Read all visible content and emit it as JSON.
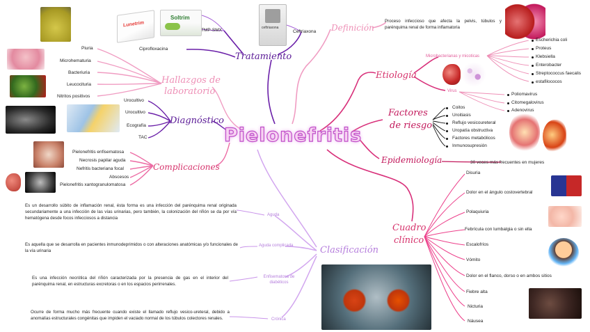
{
  "title": "Pielonefritis",
  "branches": {
    "definicion": {
      "label": "Definición",
      "text": "Proceso infeccioso que afecta la pelvis, túbulos y parénquima renal de forma inflamatoria"
    },
    "tratamiento": {
      "label": "Tratamiento",
      "items": [
        "TMP-SMX",
        "Ceftriaxona",
        "Ciprofloxacina"
      ],
      "drug_labels": {
        "lunetrim": "Lunetrim",
        "soltrim": "Soltrim",
        "ceftriaxona_box": "ceftriaxona"
      }
    },
    "hallazgos": {
      "label_line1": "Hallazgos de",
      "label_line2": "laboratorio",
      "items": [
        "Piuria",
        "Microhematuria",
        "Bacteriuria",
        "Leucocituria",
        "Nitritos positivos"
      ]
    },
    "diagnostico": {
      "label": "Diagnóstico",
      "items": [
        "Urocultivo",
        "Urocultivo",
        "Ecografía",
        "TAC"
      ]
    },
    "complicaciones": {
      "label": "Complicaciones",
      "items": [
        "Pielonefritis enfisematosa",
        "Necrosis papilar aguda",
        "Nefritis bacteriana focal",
        "Abscesos",
        "Pielonefritis xantogranulomatosa"
      ]
    },
    "etiologia": {
      "label": "Etiología",
      "bacteria_label": "Microbacterianas y micoticas",
      "bacteria": [
        "Escherichia coli",
        "Proteus",
        "Klebsiella",
        "Enterobacter",
        "Streptococcus faecalis",
        "estafilococos"
      ],
      "virus_label": "Virus",
      "virus": [
        "Poliomavirus",
        "Citomegalovirus",
        "Adenovirus"
      ]
    },
    "factores": {
      "label_line1": "Factores",
      "label_line2": "de riesgo",
      "items": [
        "Coitos",
        "Uroitiasis",
        "Reflujo vesicoureteral",
        "Uropatía obstructiva",
        "Factores metabólicos",
        "Inmunosupresión"
      ]
    },
    "epidemiologia": {
      "label": "Epidemiología",
      "text": "30 veces más frecuentes en mujeres"
    },
    "cuadro": {
      "label_line1": "Cuadro",
      "label_line2": "clínico",
      "items": [
        "Disuria",
        "Dolor en el ángulo costovertebral",
        "Polaquiuria",
        "Febrícula con lumbalgia o sin ella",
        "Escalofríos",
        "Vómito",
        "Dolor en el flanco, dorso o en ambos sitios",
        "Fiebre alta",
        "Nicturia",
        "Náusea"
      ]
    },
    "clasificacion": {
      "label": "Clasificación",
      "types": [
        {
          "name": "Aguda",
          "text": "Es un desarrollo súbito de inflamación renal, ésta forma es una infección del parénquima renal originada secundariamente a una infección de las vías urinarias, pero también, la colonización del riñón se da por vía hematógena desde focos infecciosos a distancia"
        },
        {
          "name": "Aguda complicada",
          "text": "Es aquella que se desarrolla en pacientes inmunodeprimidos o con alteraciones anatómicas y/o funcionales de la vía urinaria"
        },
        {
          "name": "Enfisematosa de diabéticos",
          "text": "Es una infección necrótica del riñón caracterizada por la presencia de gas en el interior del parénquima renal, en estructuras excretoras o en los espacios perirrenales."
        },
        {
          "name": "Crónica",
          "text": "Ocurre de forma mucho más frecuente cuando existe el llamado reflujo vesico-ureteral, debido a anomalías estructurales congénitas que impiden el vaciado normal de los túbulos colectores renales."
        }
      ]
    }
  },
  "colors": {
    "pink": "#d6336c",
    "magenta": "#c2185b",
    "light_pink": "#ee8fb6",
    "purple": "#5a1a96",
    "lavender": "#b57edc",
    "title_fill": "#f7d3f2"
  }
}
